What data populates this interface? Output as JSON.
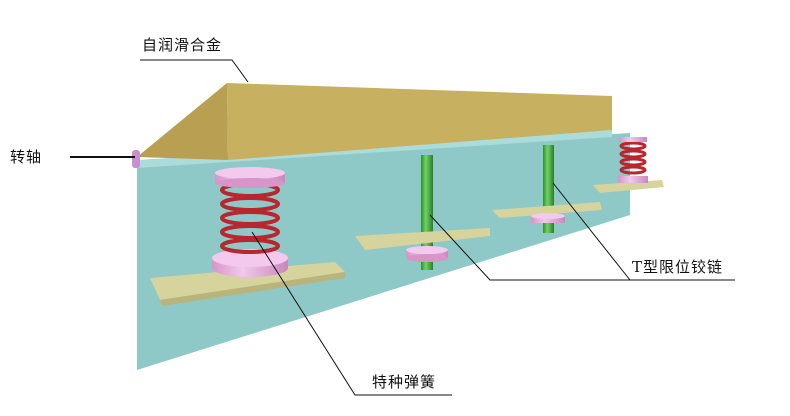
{
  "labels": {
    "alloy": "自润滑合金",
    "shaft": "转轴",
    "hinge": "T型限位铰链",
    "spring": "特种弹簧"
  },
  "colors": {
    "top_plate": "#c8b061",
    "wall": "#8fc9c7",
    "spring": "#b8262e",
    "washer": "#e6a9d9",
    "pin": "#3fae3a",
    "base_plate": "#d6d39c"
  }
}
